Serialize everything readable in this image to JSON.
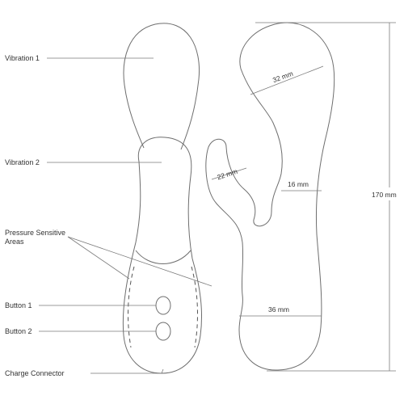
{
  "labels": {
    "vibration1": "Vibration 1",
    "vibration2": "Vibration 2",
    "pressure_line1": "Pressure Sensitive",
    "pressure_line2": "Areas",
    "button1": "Button 1",
    "button2": "Button 2",
    "charge": "Charge Connector"
  },
  "dimensions": {
    "tip_width": "32 mm",
    "arm_width": "22 mm",
    "neck_width": "16 mm",
    "base_width": "36 mm",
    "total_length": "170 mm"
  },
  "colors": {
    "outline": "#6e6e6e",
    "text": "#333333",
    "background": "#ffffff"
  }
}
